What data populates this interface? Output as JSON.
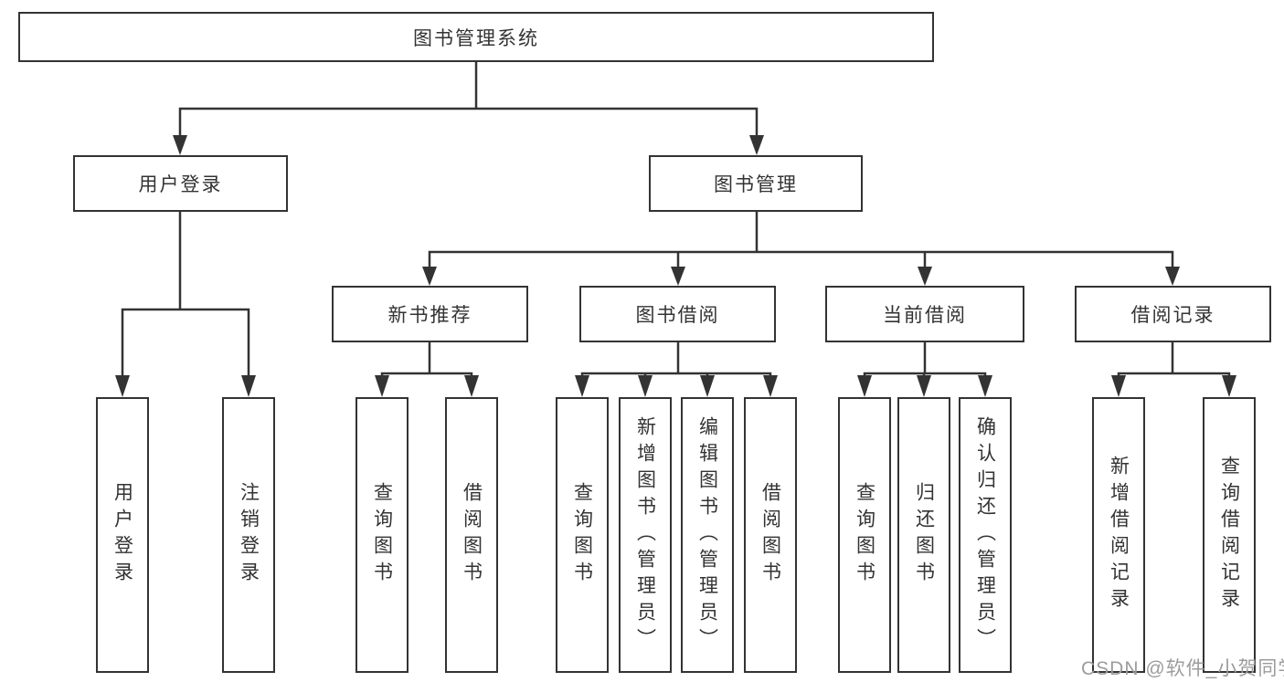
{
  "diagram": {
    "title": "图书管理系统",
    "root": {
      "label": "图书管理系统"
    },
    "level2": [
      {
        "label": "用户登录"
      },
      {
        "label": "图书管理"
      }
    ],
    "level3": [
      {
        "label": "新书推荐"
      },
      {
        "label": "图书借阅"
      },
      {
        "label": "当前借阅"
      },
      {
        "label": "借阅记录"
      }
    ],
    "leaves": {
      "user_login": [
        "用户登录",
        "注销登录"
      ],
      "new_books": [
        "查询图书",
        "借阅图书"
      ],
      "book_borrow": [
        "查询图书",
        "新增图书（管理员）",
        "编辑图书（管理员）",
        "借阅图书"
      ],
      "current_borrow": [
        "查询图书",
        "归还图书",
        "确认归还（管理员）"
      ],
      "borrow_records": [
        "新增借阅记录",
        "查询借阅记录"
      ]
    }
  },
  "watermark": {
    "text": "CSDN @软件_小贺同学"
  },
  "colors": {
    "line": "#333333",
    "box_border": "#333333",
    "text": "#333333",
    "background": "#ffffff",
    "watermark": "#9c9c9c"
  }
}
